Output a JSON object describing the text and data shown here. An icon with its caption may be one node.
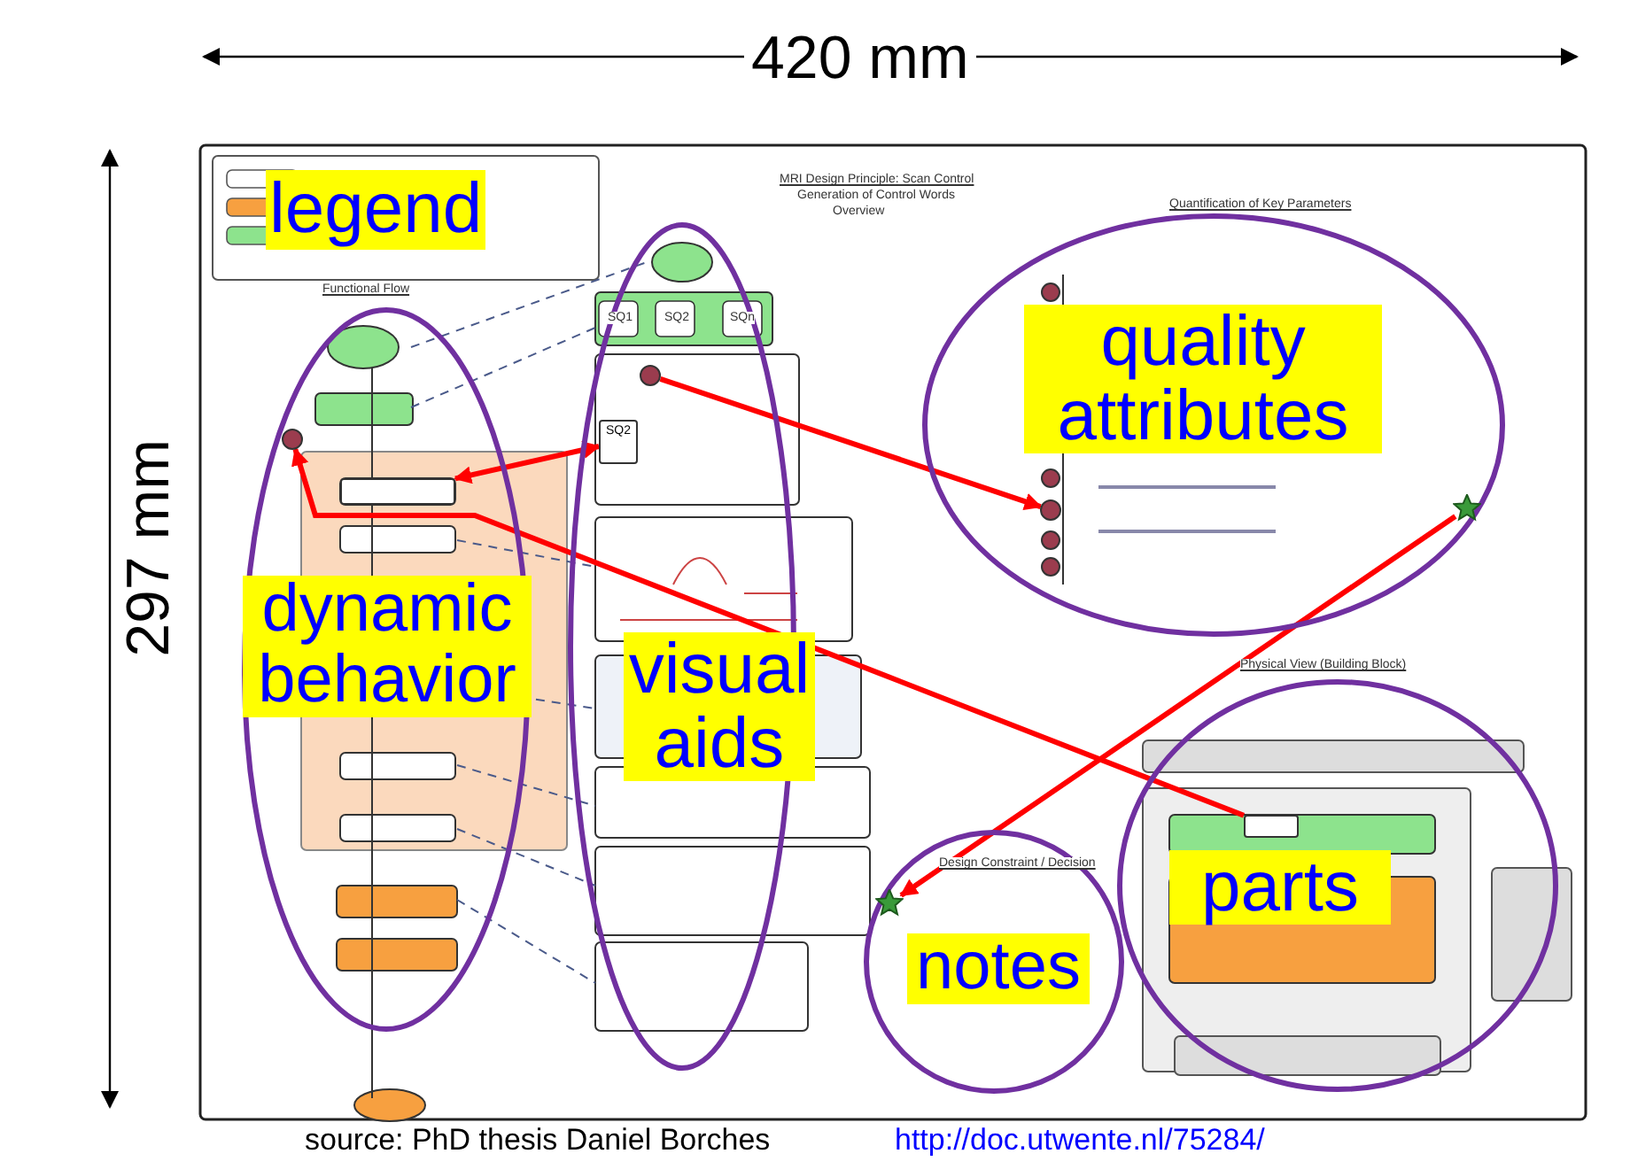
{
  "diagram": {
    "caption": "source: PhD thesis Daniel Borches",
    "nodes": [
      {
        "text": [
          "dynamic behavior"
        ]
      },
      {
        "text": [
          "visual aids"
        ]
      },
      {
        "text": [
          "quality attributes"
        ]
      },
      {
        "text": [
          "notes"
        ]
      },
      {
        "text": [
          "parts"
        ]
      },
      {
        "text": [],
        "shape": "box",
        "in": 0
      },
      {
        "text": [],
        "shape": "circle",
        "in": 0
      },
      {
        "text": [
          "SQ2"
        ],
        "in": 1
      },
      {
        "text": [],
        "shape": "circle",
        "in": 1
      },
      {
        "text": [],
        "shape": "circle",
        "in": 2
      },
      {
        "text": [],
        "shape": "star",
        "in": 2
      },
      {
        "text": [],
        "shape": "star",
        "in": 3
      },
      {
        "text": [],
        "shape": "box",
        "in": 4
      }
    ],
    "edges": [
      {
        "from": 5,
        "to": 7,
        "arrow": "both"
      },
      {
        "from": 12,
        "to": 6,
        "arrow": "to"
      },
      {
        "from": 8,
        "to": 9,
        "arrow": "to"
      },
      {
        "from": 10,
        "to": 11,
        "arrow": "to"
      }
    ],
    "labels": [
      "420 mm",
      "297 mm",
      "legend",
      "MRI Design Principle: Scan Control",
      "Generation of Control Words",
      "Overview",
      "Functional Flow",
      "SQ1",
      "SQ2",
      "SQn",
      "Quantification of Key Parameters",
      "Design Constraint / Decision",
      "Physical View (Building Block)",
      "http://doc.utwente.nl/75284/"
    ]
  }
}
